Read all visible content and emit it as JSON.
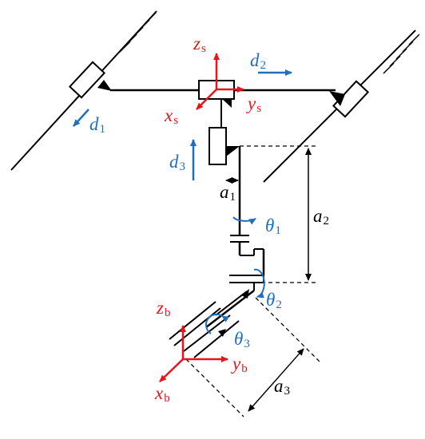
{
  "colors": {
    "frame_axis": "#e8131b",
    "joint_param": "#1f6fbf",
    "structure": "#000000"
  },
  "labels": {
    "zs": {
      "main": "z",
      "sub": "s"
    },
    "xs": {
      "main": "x",
      "sub": "s"
    },
    "ys": {
      "main": "y",
      "sub": "s"
    },
    "d1": {
      "main": "d",
      "sub": "1"
    },
    "d2": {
      "main": "d",
      "sub": "2"
    },
    "d3": {
      "main": "d",
      "sub": "3"
    },
    "a1": {
      "main": "a",
      "sub": "1"
    },
    "a2": {
      "main": "a",
      "sub": "2"
    },
    "a3": {
      "main": "a",
      "sub": "3"
    },
    "theta1": {
      "main": "θ",
      "sub": "1"
    },
    "theta2": {
      "main": "θ",
      "sub": "2"
    },
    "theta3": {
      "main": "θ",
      "sub": "3"
    },
    "zb": {
      "main": "z",
      "sub": "b"
    },
    "xb": {
      "main": "x",
      "sub": "b"
    },
    "yb": {
      "main": "y",
      "sub": "b"
    }
  }
}
